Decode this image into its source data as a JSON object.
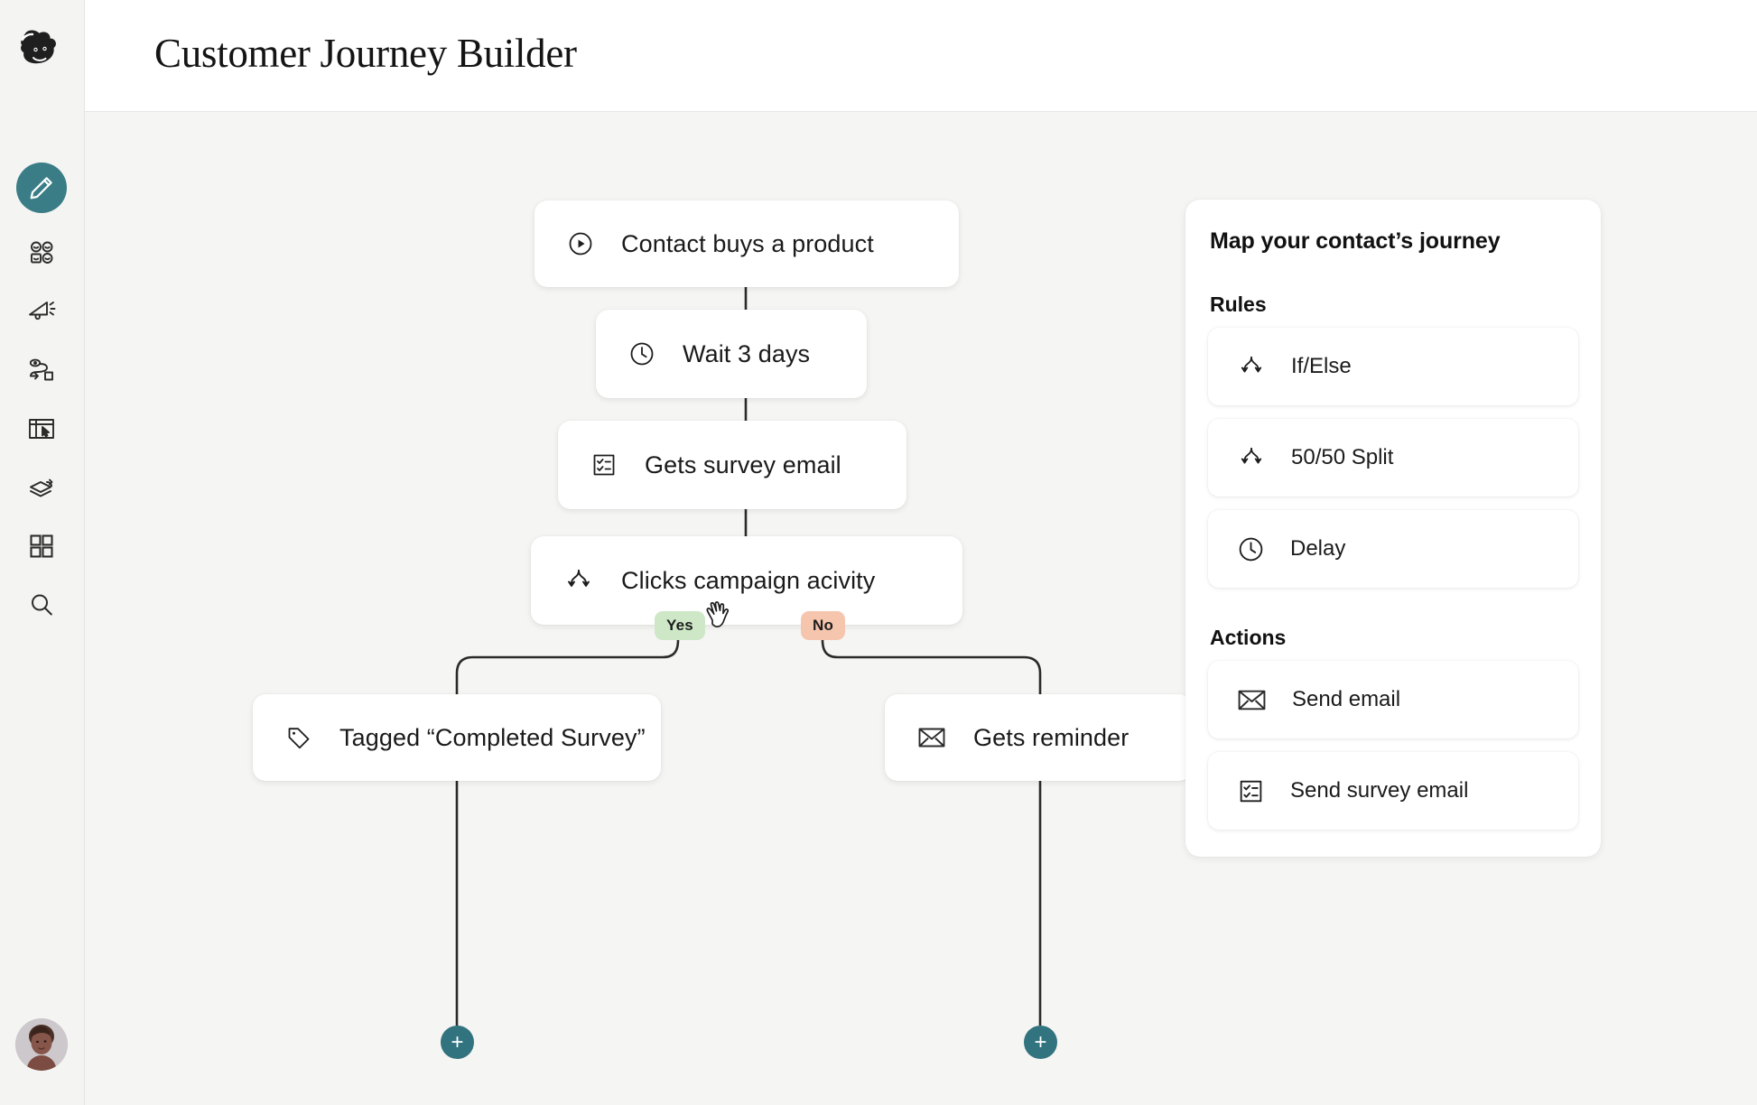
{
  "header": {
    "title": "Customer Journey Builder"
  },
  "sidebar": {
    "logo": {
      "name": "mailchimp-logo"
    },
    "items": [
      {
        "id": "create",
        "icon": "pencil-icon",
        "active": true
      },
      {
        "id": "audience",
        "icon": "audience-icon",
        "active": false
      },
      {
        "id": "campaigns",
        "icon": "megaphone-icon",
        "active": false
      },
      {
        "id": "automations",
        "icon": "journey-path-icon",
        "active": false
      },
      {
        "id": "website",
        "icon": "landing-page-icon",
        "active": false
      },
      {
        "id": "content",
        "icon": "content-icon",
        "active": false
      },
      {
        "id": "integrations",
        "icon": "grid-icon",
        "active": false
      },
      {
        "id": "search",
        "icon": "search-icon",
        "active": false
      }
    ],
    "avatar": {
      "name": "user-avatar"
    }
  },
  "canvas": {
    "nodes": [
      {
        "id": "trigger",
        "label": "Contact buys a product",
        "icon": "play-circle-icon"
      },
      {
        "id": "wait",
        "label": "Wait 3 days",
        "icon": "clock-icon"
      },
      {
        "id": "survey",
        "label": "Gets survey email",
        "icon": "survey-icon"
      },
      {
        "id": "split",
        "label": "Clicks campaign acivity",
        "icon": "if-else-icon"
      },
      {
        "id": "tagged",
        "label": "Tagged “Completed Survey”",
        "icon": "tag-icon"
      },
      {
        "id": "reminder",
        "label": "Gets reminder",
        "icon": "envelope-icon"
      }
    ],
    "branches": [
      {
        "id": "yes",
        "label": "Yes",
        "color": "#cee7c6"
      },
      {
        "id": "no",
        "label": "No",
        "color": "#f6c5ae"
      }
    ],
    "add_buttons": [
      {
        "id": "add-left",
        "label": "+"
      },
      {
        "id": "add-right",
        "label": "+"
      }
    ],
    "cursor": {
      "name": "hand-pointer-cursor"
    }
  },
  "panel": {
    "title": "Map your contact’s journey",
    "sections": [
      {
        "id": "rules",
        "heading": "Rules",
        "rows": [
          {
            "id": "if-else",
            "label": "If/Else",
            "icon": "if-else-icon"
          },
          {
            "id": "split-50",
            "label": "50/50 Split",
            "icon": "if-else-icon"
          },
          {
            "id": "delay",
            "label": "Delay",
            "icon": "clock-icon"
          }
        ]
      },
      {
        "id": "actions",
        "heading": "Actions",
        "rows": [
          {
            "id": "send-email",
            "label": "Send email",
            "icon": "envelope-icon"
          },
          {
            "id": "send-survey-email",
            "label": "Send survey email",
            "icon": "survey-icon"
          }
        ]
      }
    ]
  },
  "colors": {
    "accent_teal": "#3a7d87",
    "plus_teal": "#31737f",
    "canvas_bg": "#f5f5f3",
    "sidebar_bg": "#f4f4f2",
    "yes_badge": "#cee7c6",
    "no_badge": "#f6c5ae"
  }
}
